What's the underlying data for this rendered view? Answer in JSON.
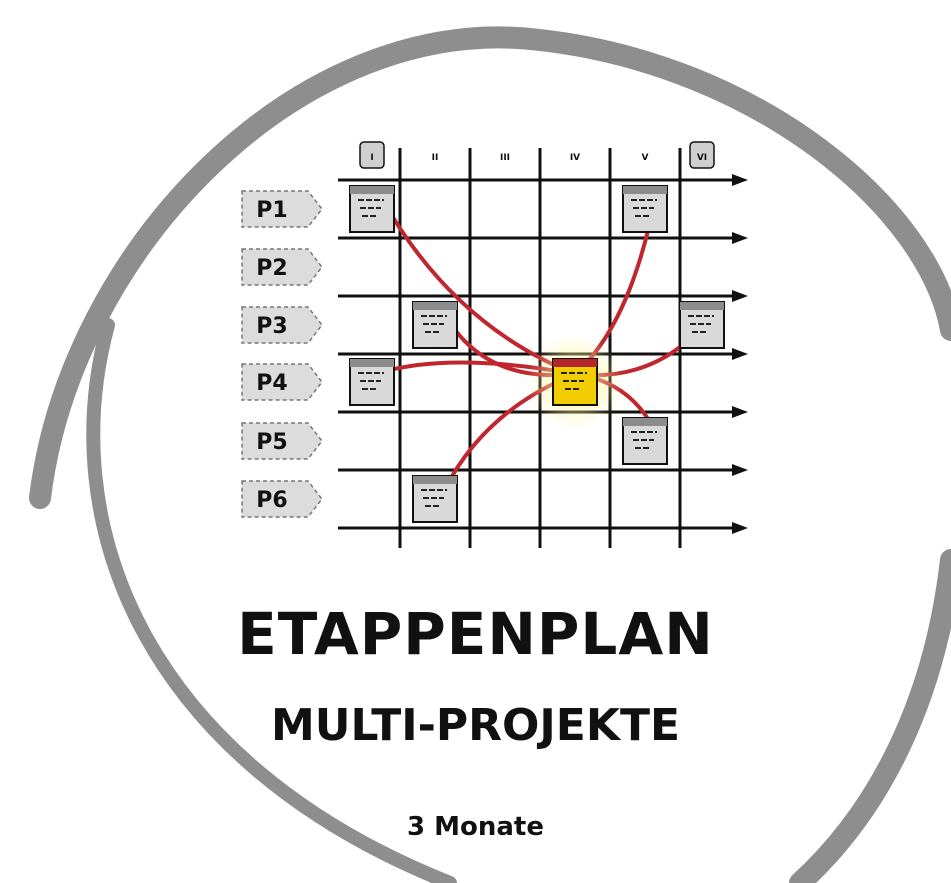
{
  "title": "ETAPPENPLAN",
  "subtitle": "MULTI-PROJEKTE",
  "duration": "3 Monate",
  "columns": [
    "I",
    "II",
    "III",
    "IV",
    "V",
    "VI"
  ],
  "highlighted_columns": [
    0,
    5
  ],
  "projects": [
    "P1",
    "P2",
    "P3",
    "P4",
    "P5",
    "P6"
  ],
  "milestones": [
    {
      "project": "P1",
      "column": "I",
      "highlight": false
    },
    {
      "project": "P1",
      "column": "V",
      "highlight": false
    },
    {
      "project": "P3",
      "column": "II",
      "highlight": false
    },
    {
      "project": "P3",
      "column": "VI",
      "highlight": false
    },
    {
      "project": "P4",
      "column": "I",
      "highlight": false
    },
    {
      "project": "P4",
      "column": "IV",
      "highlight": true
    },
    {
      "project": "P5",
      "column": "V",
      "highlight": false
    },
    {
      "project": "P6",
      "column": "II",
      "highlight": false
    }
  ],
  "colors": {
    "grid": "#111111",
    "connector": "#c0262e",
    "highlight": "#f2cd00",
    "card": "#d9d9d9",
    "swirl": "#8e8e8e"
  }
}
